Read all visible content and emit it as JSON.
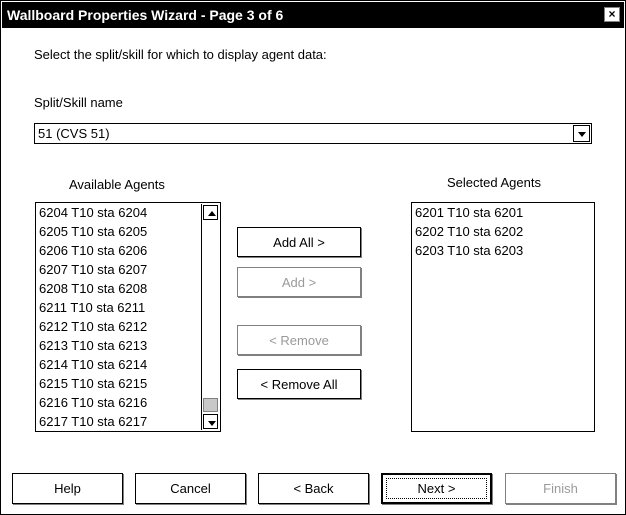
{
  "window": {
    "title": "Wallboard Properties Wizard - Page 3 of 6",
    "close_glyph": "×"
  },
  "instructions": "Select the split/skill for which to display agent data:",
  "split_skill": {
    "label": "Split/Skill name",
    "value": "51  (CVS 51)"
  },
  "available": {
    "label": "Available Agents",
    "items": [
      "6204 T10 sta 6204",
      "6205 T10 sta 6205",
      "6206 T10 sta 6206",
      "6207 T10 sta 6207",
      "6208 T10 sta 6208",
      "6211 T10 sta 6211",
      "6212 T10 sta 6212",
      "6213 T10 sta 6213",
      "6214 T10 sta 6214",
      "6215 T10 sta 6215",
      "6216 T10 sta 6216",
      "6217 T10 sta 6217"
    ]
  },
  "selected": {
    "label": "Selected Agents",
    "items": [
      "6201 T10 sta 6201",
      "6202 T10 sta 6202",
      "6203 T10 sta 6203"
    ]
  },
  "transfer": {
    "add_all": "Add All >",
    "add": "Add >",
    "remove": "< Remove",
    "remove_all": "< Remove All"
  },
  "footer": {
    "help": "Help",
    "cancel": "Cancel",
    "back": "< Back",
    "next": "Next >",
    "finish": "Finish"
  }
}
